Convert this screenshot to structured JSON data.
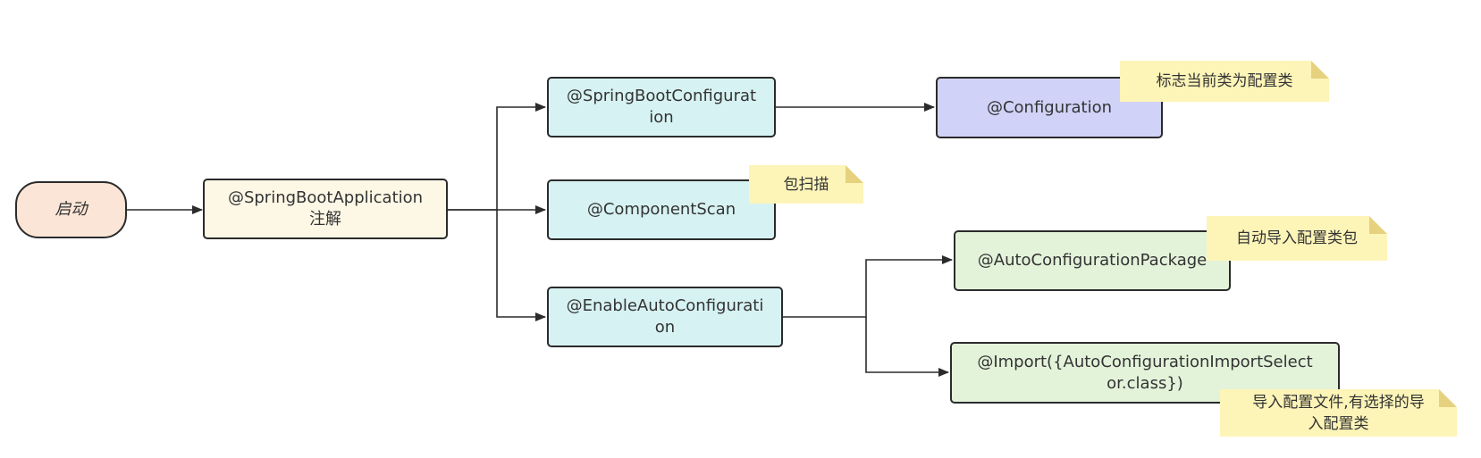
{
  "colors": {
    "start_fill": "#fbe5d6",
    "root_fill": "#fdf8e6",
    "cyan_fill": "#d7f2f2",
    "purple_fill": "#d1d2f7",
    "green_fill": "#e3f3da",
    "note_fill": "#fdf4b8",
    "line": "#2b2b2b"
  },
  "nodes": {
    "start": "启动",
    "root": {
      "line1": "@SpringBootApplication",
      "line2": "注解"
    },
    "springbootconfig": {
      "line1": "@SpringBootConfigurat",
      "line2": "ion"
    },
    "configuration": "@Configuration",
    "componentscan": "@ComponentScan",
    "enableauto": {
      "line1": "@EnableAutoConfigurati",
      "line2": "on"
    },
    "autopackage": "@AutoConfigurationPackage",
    "import": {
      "line1": "@Import({AutoConfigurationImportSelect",
      "line2": "or.class})"
    }
  },
  "notes": {
    "configuration": "标志当前类为配置类",
    "componentscan": "包扫描",
    "autopackage": "自动导入配置类包",
    "import": {
      "line1": "导入配置文件,有选择的导",
      "line2": "入配置类"
    }
  }
}
